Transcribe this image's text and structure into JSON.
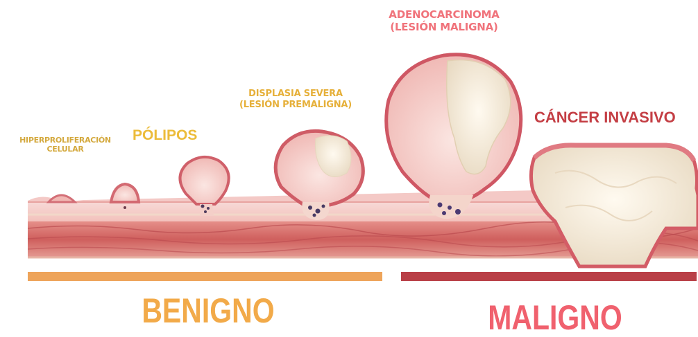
{
  "labels": {
    "hyperproliferation": [
      "HIPERPROLIFERACIÓN",
      "CELULAR"
    ],
    "polyps": "PÓLIPOS",
    "dysplasia": [
      "DISPLASIA SEVERA",
      "(LESIÓN PREMALIGNA)"
    ],
    "adenocarcinoma": [
      "ADENOCARCINOMA",
      "(LESIÓN MALIGNA)"
    ],
    "invasive_cancer": "CÁNCER INVASIVO"
  },
  "categories": {
    "benign": "BENIGNO",
    "malignant": "MALIGNO"
  },
  "colors": {
    "benign_bar": "#eea45a",
    "malignant_bar": "#b93f47",
    "benign_text": "#f2aa49",
    "malignant_text": "#f0616e",
    "tissue_pink": "#f2c2c2",
    "mucosa_edge": "#d56b74",
    "muscle_layer": "#d9756f",
    "tumor_cream": "#f4ebdc"
  }
}
